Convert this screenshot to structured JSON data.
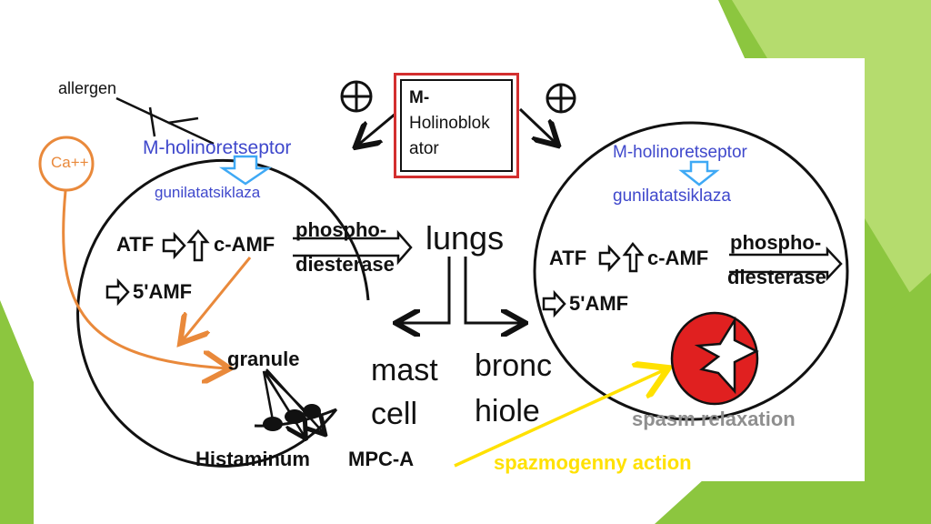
{
  "colors": {
    "accent_green": "#8cc63f",
    "accent_green_light": "#b5dc6e",
    "receptor_blue": "#3f48cc",
    "enzyme_arrow_blue": "#3fa9f5",
    "calcium_orange": "#e9893b",
    "spasmogenic_yellow": "#ffe100",
    "relaxation_gray": "#8f8f8f",
    "box_red": "#d32f2f",
    "star_red": "#e02020"
  },
  "labels": {
    "allergen": "allergen",
    "calcium": "Ca++",
    "blocker_line1": "M-",
    "blocker_line2": "Holinoblok",
    "blocker_line3": "ator",
    "plus_symbol": "+",
    "lungs": "lungs",
    "mast": "mast",
    "cell": "cell",
    "bronc": "bronc",
    "hiole": "hiole",
    "histaminum": "Histaminum",
    "mpc_a": "MPC-A",
    "spasmogenny": "spazmogenny action",
    "spasm_relaxation": "spasm  relaxation"
  },
  "left_cell": {
    "receptor": "M-holinoretseptor",
    "enzyme": "gunilatatsiklaza",
    "atf": "ATF",
    "camf": "c-AMF",
    "phospho": "phospho-",
    "diesterase": "diesterase",
    "amf5": "5'AMF",
    "granule": "granule"
  },
  "right_cell": {
    "receptor": "M-holinoretseptor",
    "enzyme": "gunilatatsiklaza",
    "atf": "ATF",
    "camf": "c-AMF",
    "phospho": "phospho-",
    "diesterase": "diesterase",
    "amf5": "5'AMF"
  }
}
